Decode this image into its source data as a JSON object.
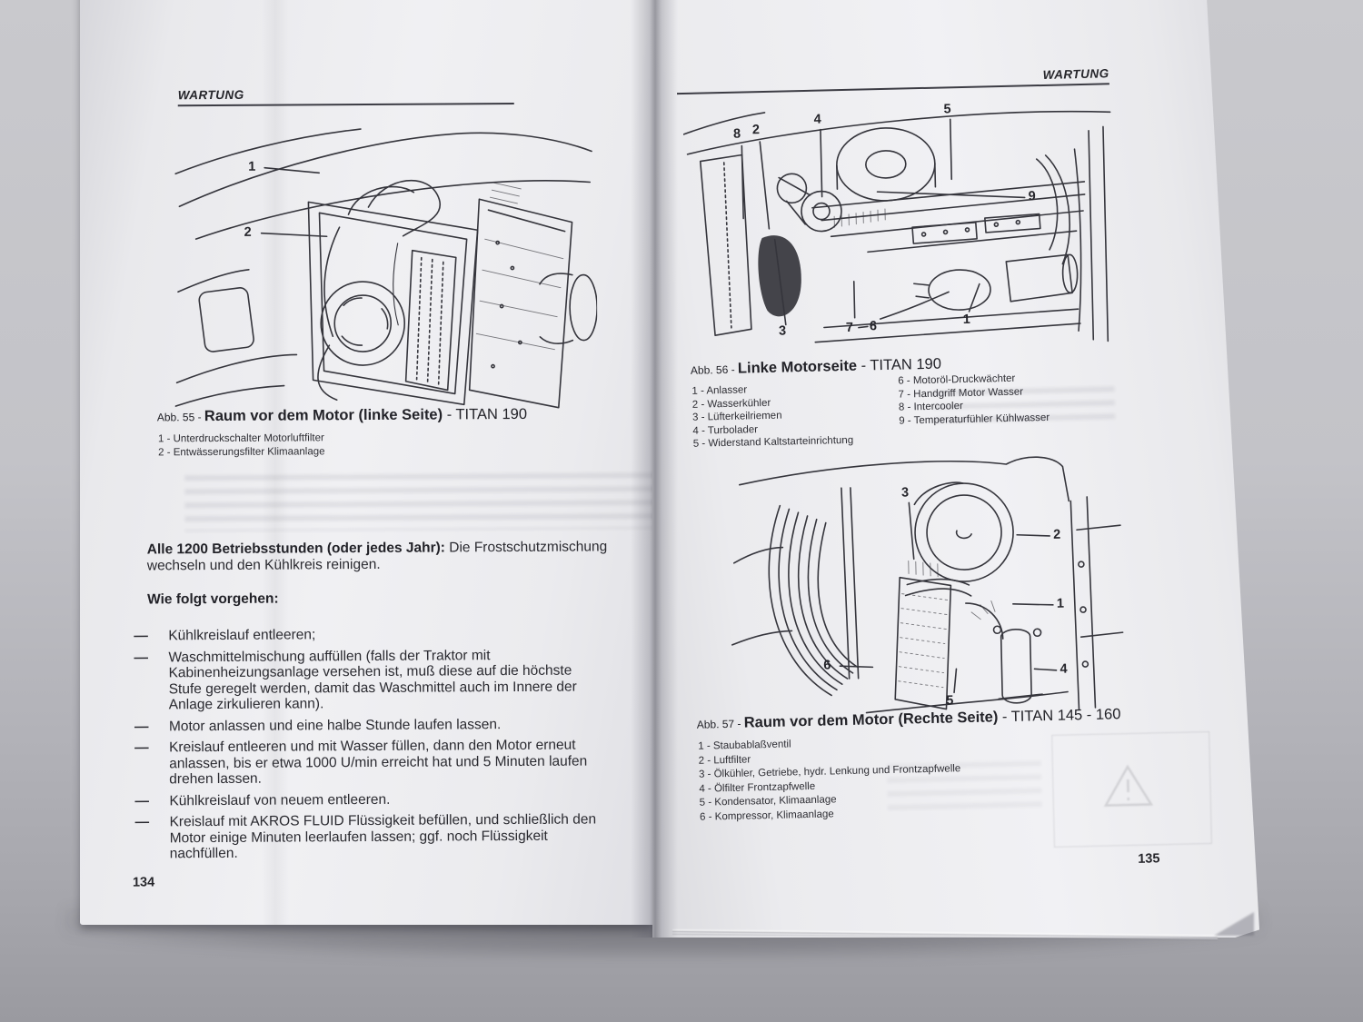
{
  "dash": "—",
  "left_page": {
    "header": "WARTUNG",
    "page_number": "134",
    "figure55": {
      "caption_prefix": "Abb. 55 - ",
      "caption_title": "Raum vor dem Motor (linke Seite)",
      "caption_suffix": " - TITAN 190",
      "callouts": [
        "1",
        "2"
      ],
      "legend": [
        "1 - Unterdruckschalter Motorluftfilter",
        "2 - Entwässerungsfilter Klimaanlage"
      ]
    },
    "interval_heading": "Alle 1200 Betriebsstunden (oder jedes Jahr):",
    "interval_text": " Die Frostschutzmischung wechseln und den Kühlkreis reinigen.",
    "procedure_heading": "Wie folgt vorgehen:",
    "steps": [
      "Kühlkreislauf entleeren;",
      "Waschmittelmischung auffüllen (falls der Traktor mit Kabinenheizungsanlage versehen ist, muß diese auf die höchste Stufe geregelt werden, damit das Waschmittel auch im Innere der Anlage zirkulieren kann).",
      "Motor anlassen und eine halbe Stunde laufen lassen.",
      "Kreislauf entleeren und mit Wasser füllen, dann den Motor erneut anlassen, bis er etwa 1000 U/min erreicht hat und 5 Minuten laufen drehen lassen.",
      "Kühlkreislauf von neuem entleeren.",
      "Kreislauf mit AKROS FLUID Flüssigkeit befüllen, und schließlich den Motor einige Minuten leerlaufen lassen; ggf. noch Flüssigkeit nachfüllen."
    ]
  },
  "right_page": {
    "header": "WARTUNG",
    "page_number": "135",
    "figure56": {
      "caption_prefix": "Abb. 56 - ",
      "caption_title": "Linke Motorseite",
      "caption_suffix": " - TITAN 190",
      "callouts": [
        "8",
        "2",
        "4",
        "5",
        "9",
        "3",
        "7",
        "6",
        "1"
      ],
      "legend_left": [
        "1 - Anlasser",
        "2 - Wasserkühler",
        "3 - Lüfterkeilriemen",
        "4 - Turbolader",
        "5 - Widerstand Kaltstarteinrichtung"
      ],
      "legend_right": [
        "6 - Motoröl-Druckwächter",
        "7 - Handgriff Motor Wasser",
        "8 - Intercooler",
        "9 - Temperaturfühler Kühlwasser"
      ]
    },
    "figure57": {
      "caption_prefix": "Abb. 57 - ",
      "caption_title": "Raum vor dem Motor (Rechte Seite)",
      "caption_suffix": " - TITAN 145 - 160",
      "callouts": [
        "3",
        "2",
        "1",
        "4",
        "6",
        "5"
      ],
      "legend": [
        "1 - Staubablaßventil",
        "2 - Luftfilter",
        "3 - Ölkühler, Getriebe, hydr. Lenkung und Frontzapfwelle",
        "4 - Ölfilter Frontzapfwelle",
        "5 - Kondensator, Klimaanlage",
        "6 - Kompressor, Klimaanlage"
      ]
    }
  }
}
